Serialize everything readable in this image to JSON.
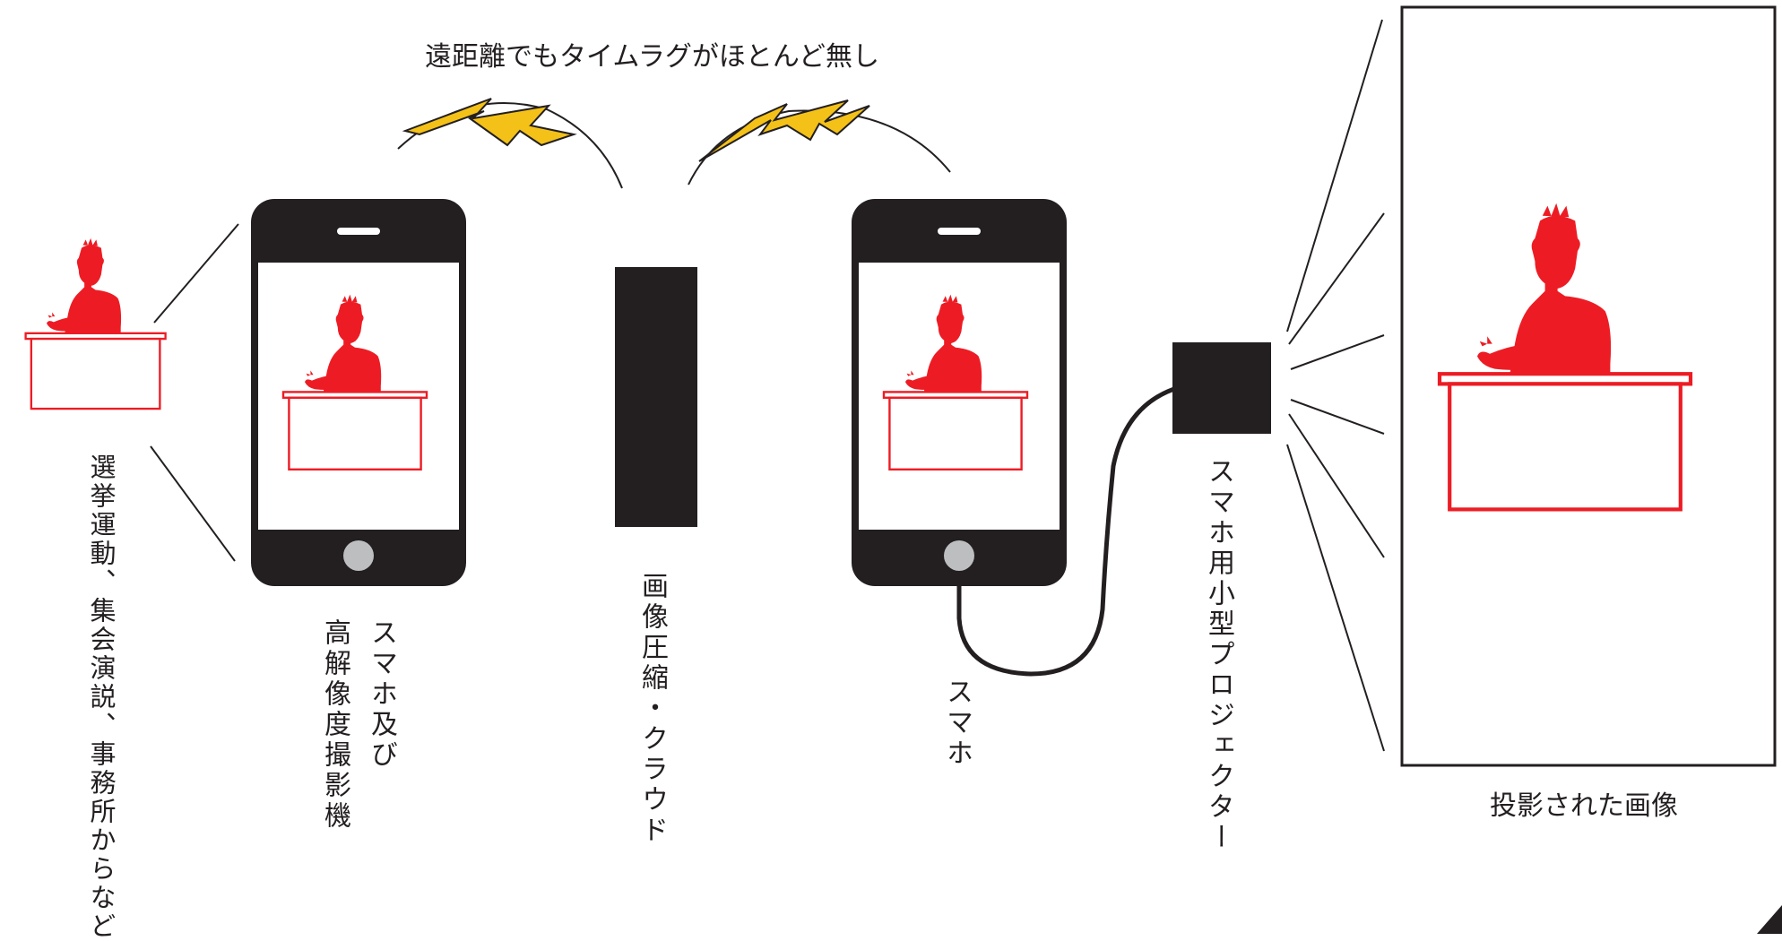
{
  "labels": {
    "top_caption": "遠距離でもタイムラグがほとんど無し",
    "source": "選挙運動、集会演説、事務所からなど",
    "capture_device": [
      "スマホ及び",
      "高解像度撮影機"
    ],
    "compression": "画像圧縮・クラウド",
    "receiver_phone": "スマホ",
    "projector": "スマホ用小型プロジェクター",
    "projected_image": "投影された画像"
  },
  "colors": {
    "speaker": "#ed1c24",
    "phone_body": "#231f20",
    "lightning": "#f4c118",
    "ink": "#231f20"
  }
}
